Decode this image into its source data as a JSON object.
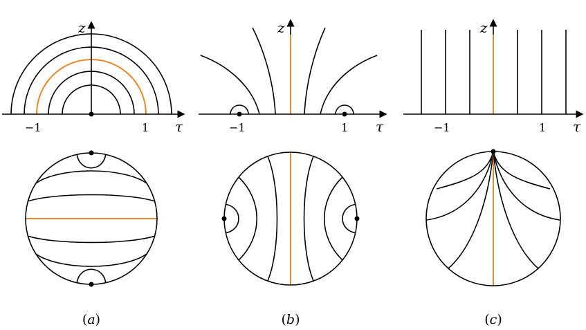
{
  "colors": {
    "curve": "#000000",
    "accent": "#e8892b",
    "background": "#ffffff"
  },
  "axes": {
    "vertical_label": "z",
    "horizontal_label": "τ"
  },
  "tick_labels": {
    "neg_one": "−1",
    "pos_one": "1"
  },
  "captions": [
    {
      "letter": "a",
      "open": "(",
      "close": ")"
    },
    {
      "letter": "b",
      "open": "(",
      "close": ")"
    },
    {
      "letter": "c",
      "open": "(",
      "close": ")"
    }
  ]
}
